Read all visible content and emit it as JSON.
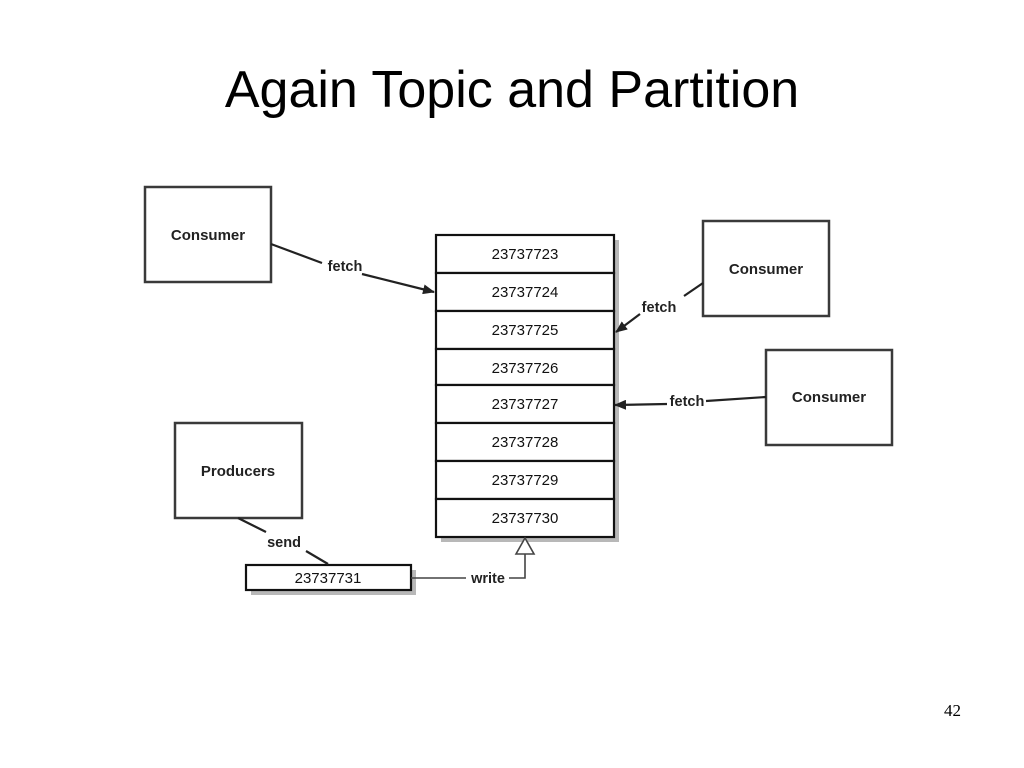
{
  "slide": {
    "title": "Again Topic and Partition",
    "page_number": "42"
  },
  "diagram": {
    "partition_offsets": [
      "23737723",
      "23737724",
      "23737725",
      "23737726",
      "23737727",
      "23737728",
      "23737729",
      "23737730"
    ],
    "new_message_offset": "23737731",
    "nodes": {
      "consumer_1": "Consumer",
      "consumer_2": "Consumer",
      "consumer_3": "Consumer",
      "producers": "Producers"
    },
    "edges": {
      "fetch_1": "fetch",
      "fetch_2": "fetch",
      "fetch_3": "fetch",
      "send": "send",
      "write": "write"
    }
  }
}
